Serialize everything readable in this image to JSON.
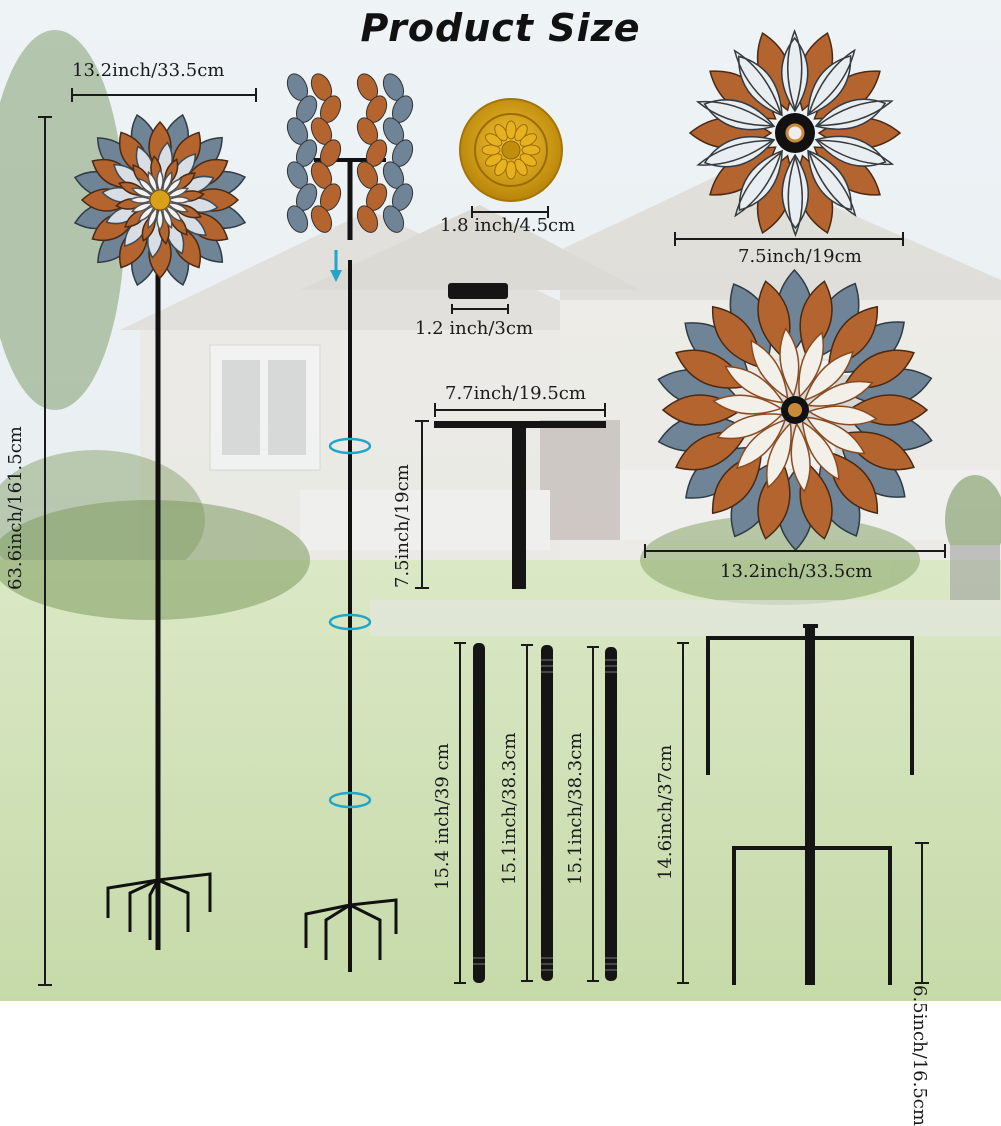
{
  "title": "Product Size",
  "dimensions": {
    "flower_width": "13.2inch/33.5cm",
    "total_height": "63.6inch/161.5cm",
    "cap_diameter": "1.8 inch/4.5cm",
    "connector_length": "1.2 inch/3cm",
    "small_flower_width": "7.5inch/19cm",
    "large_flower_width": "13.2inch/33.5cm",
    "tbar_width": "7.7inch/19.5cm",
    "tbar_height": "7.5inch/19cm",
    "pole1_length": "15.4 inch/39 cm",
    "pole2_length": "15.1inch/38.3cm",
    "pole3_length": "15.1inch/38.3cm",
    "pole4_length": "14.6inch/37cm",
    "stake_height": "6.5inch/16.5cm"
  },
  "colors": {
    "copper": "#b4642e",
    "slate": "#6f8597",
    "black": "#111111",
    "gold": "#d9a11a",
    "sky": "#e9eff4",
    "lawn": "#cfe0b6"
  }
}
